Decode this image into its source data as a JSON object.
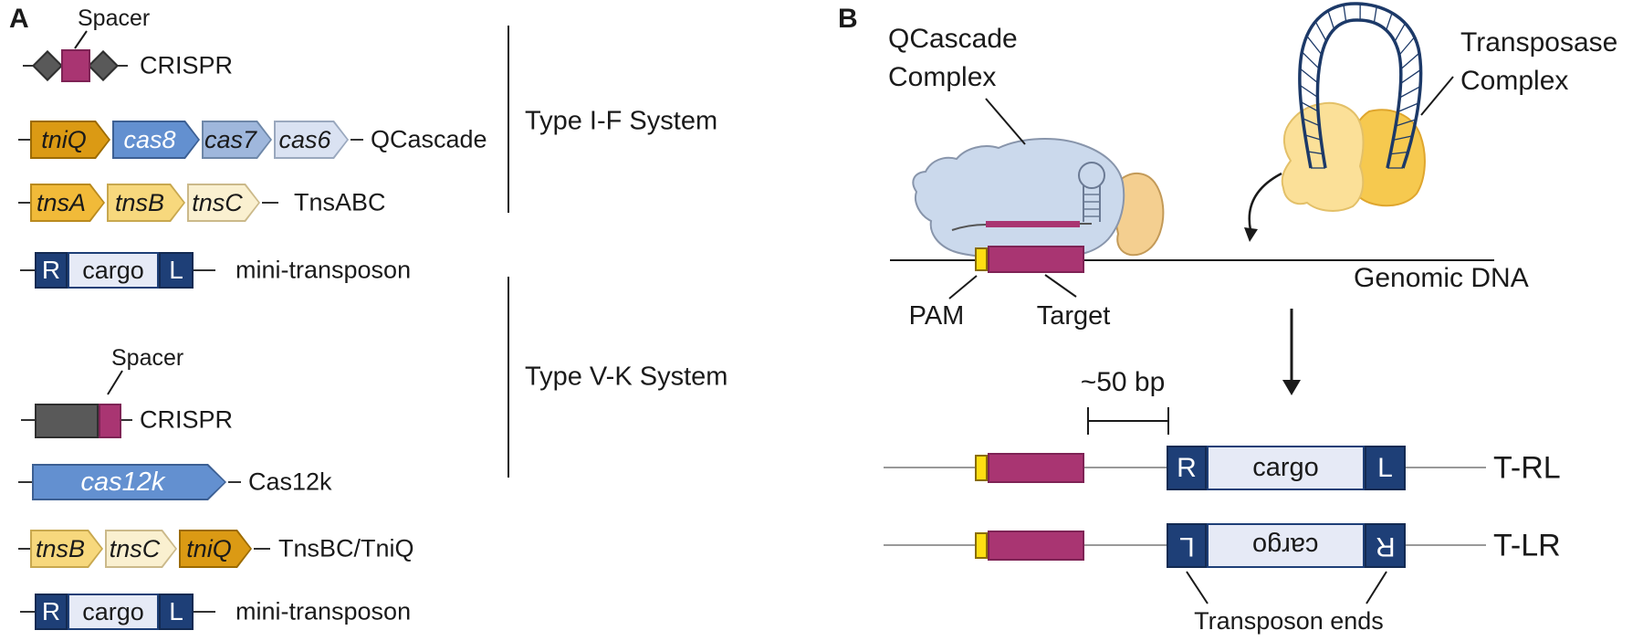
{
  "panelA": {
    "label": "A",
    "typeIF": {
      "spacer": "Spacer",
      "crispr": "CRISPR",
      "qcascade": {
        "genes": [
          "tniQ",
          "cas8",
          "cas7",
          "cas6"
        ],
        "label": "QCascade"
      },
      "tns": {
        "genes": [
          "tnsA",
          "tnsB",
          "tnsC"
        ],
        "label": "TnsABC"
      },
      "mini": {
        "left": "R",
        "cargo": "cargo",
        "right": "L",
        "label": "mini-transposon"
      },
      "system": "Type I-F System"
    },
    "typeVK": {
      "spacer": "Spacer",
      "crispr": "CRISPR",
      "cas12k": {
        "gene": "cas12k",
        "label": "Cas12k"
      },
      "tns": {
        "genes": [
          "tnsB",
          "tnsC",
          "tniQ"
        ],
        "label": "TnsBC/TniQ"
      },
      "mini": {
        "left": "R",
        "cargo": "cargo",
        "right": "L",
        "label": "mini-transposon"
      },
      "system": "Type V-K System"
    }
  },
  "panelB": {
    "label": "B",
    "qcascade_complex_line1": "QCascade",
    "qcascade_complex_line2": "Complex",
    "transposase_complex_line1": "Transposase",
    "transposase_complex_line2": "Complex",
    "genomic_dna": "Genomic DNA",
    "pam": "PAM",
    "target": "Target",
    "distance": "~50 bp",
    "t_rl": {
      "left": "R",
      "cargo": "cargo",
      "right": "L",
      "label": "T-RL"
    },
    "t_lr": {
      "left": "L",
      "cargo": "cargo",
      "right": "R",
      "label": "T-LR"
    },
    "transposon_ends": "Transposon ends"
  },
  "colors": {
    "magenta": "#A93572",
    "magenta_stroke": "#7E2355",
    "yellow_pam": "#FFDE12",
    "navy_box": "#1E3F77",
    "cargo_fill": "#E6EAF6",
    "gray_repeat": "#595959",
    "tniQ": "#DB9A14",
    "tnsA": "#F1BA39",
    "tnsB": "#F7D87D",
    "tnsC": "#FAF0D0",
    "cas8_blue": "#6390D0",
    "cas7_blue": "#9FB7DC",
    "cas6_blue": "#DAE2F2",
    "qcascade_blob": "#CBD9EC",
    "tan_blob": "#F4CF90",
    "transposase_light": "#FBE098",
    "transposase_dark": "#F6C94F",
    "dna_loop_navy": "#1C3968"
  }
}
